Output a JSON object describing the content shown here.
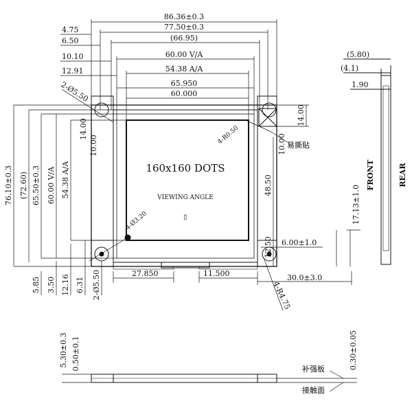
{
  "top_dims": {
    "d1": "86.36±0.3",
    "d2": "77.50±0.3",
    "d3": "(66.95)",
    "d4": "60.00 V/A",
    "d5": "54.38 A/A",
    "d6": "65.950",
    "d7": "60.000",
    "o1": "4.75",
    "o2": "6.50",
    "o3": "10.10",
    "o4": "12.91"
  },
  "left_dims": {
    "h1": "76.10±0.3",
    "h2": "(72.60)",
    "h3": "65.50±0.3",
    "h4": "60.00 V/A",
    "h5": "54.38 A/A",
    "b1": "5.85",
    "b2": "3.50",
    "b3": "12.16",
    "b4": "6.31",
    "b5": "2-Ø5.50"
  },
  "callouts": {
    "holes_top": "2-Ø5.50",
    "corner_r": "4-R0.50",
    "corner_r2": "4-R0.50",
    "dots_r": "4-Ø3.20",
    "r475": "4-R4.75",
    "tab_label": "易撕贴",
    "d_14_left": "14.00",
    "d_10_left": "10.00",
    "d_10_right": "10.00",
    "d_14_right": "14.00",
    "d_4850": "48.50",
    "d_1250": "12.50",
    "d_600": "6.00±1.0",
    "d_1713": "17.13±1.0",
    "d_27850": "27.850",
    "d_11500": "11.500",
    "d_300": "30.0±3.0"
  },
  "display": {
    "title": "160x160 DOTS",
    "viewing": "VIEWING ANGLE",
    "arrow": "⇧"
  },
  "side_view": {
    "s1": "(5.80)",
    "s2": "(4.1)",
    "s3": "1.90",
    "front": "FRONT",
    "rear": "REAR"
  },
  "bottom_view": {
    "t1": "5.30±0.3",
    "t2": "0.50±0.1",
    "t3": "0.30±0.05",
    "label1": "补强板",
    "label2": "接触面"
  }
}
